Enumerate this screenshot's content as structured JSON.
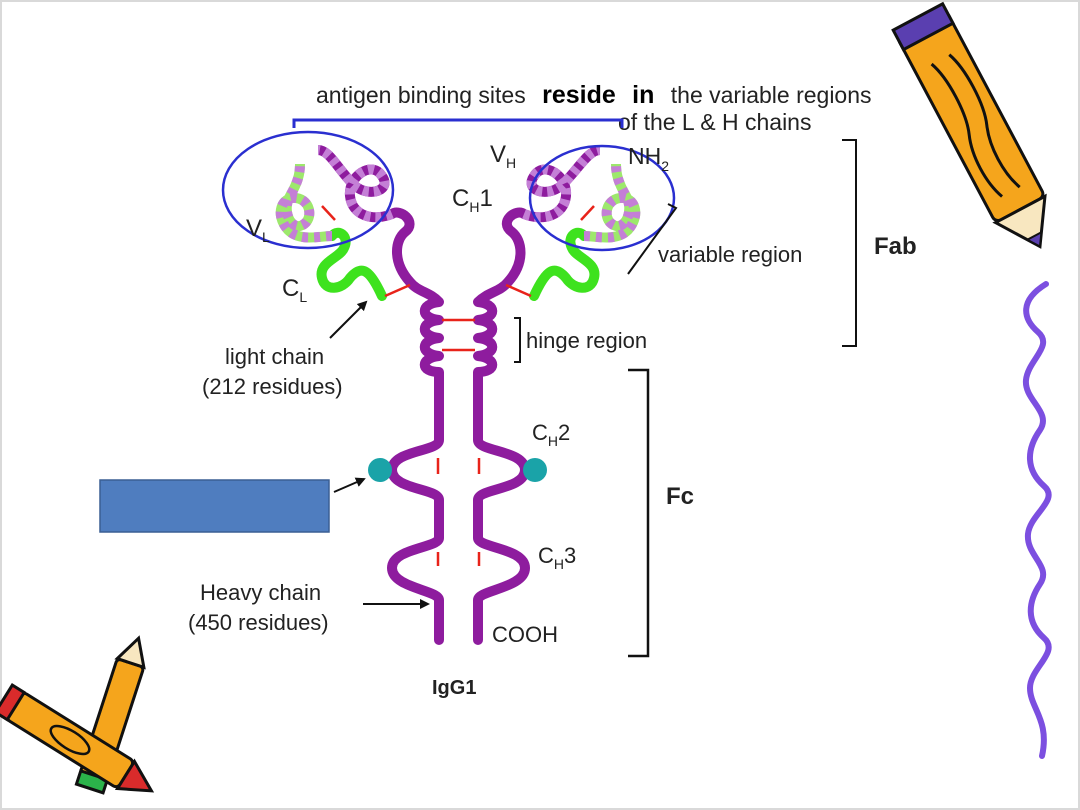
{
  "header": {
    "part1": "antigen binding sites",
    "part2": "reside",
    "part3": "in",
    "part4": "the variable regions",
    "line2": "of the L & H chains"
  },
  "labels": {
    "vh_main": "V",
    "vh_sub": "H",
    "nh2": "NH",
    "nh2_sub": "2",
    "ch1_main": "C",
    "ch1_sub": "H",
    "ch1_num": "1",
    "vl_main": "V",
    "vl_sub": "L",
    "cl_main": "C",
    "cl_sub": "L",
    "variable_region": "variable region",
    "fab": "Fab",
    "hinge_region": "hinge region",
    "light_chain_1": "light chain",
    "light_chain_2": "(212 residues)",
    "ch2_main": "C",
    "ch2_sub": "H",
    "ch2_num": "2",
    "fc": "Fc",
    "ch3_main": "C",
    "ch3_sub": "H",
    "ch3_num": "3",
    "heavy_chain_1": "Heavy chain",
    "heavy_chain_2": "(450 residues)",
    "cooh": "COOH",
    "igg1": "IgG1"
  },
  "colors": {
    "heavy_chain": "#8e1c9e",
    "light_chain_constant": "#3ee21e",
    "variable_stripe_a": "#c47fd6",
    "variable_stripe_b": "#9de86c",
    "disulfide": "#e8231a",
    "antigen_site_outline": "#2a2fd0",
    "carbohydrate": "#1aa3a8",
    "hidden_label_box": "#4f7dbf",
    "wavy_border": "#7c4fe0",
    "pencil_body": "#f5a51c"
  },
  "icons": [
    "pencil-icon",
    "crayon-icon"
  ]
}
